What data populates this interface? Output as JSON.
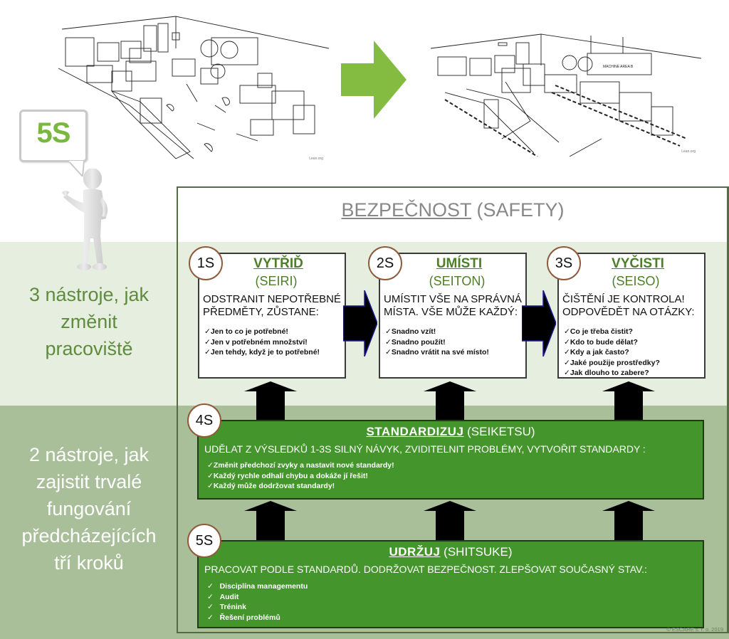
{
  "illustrations": {
    "before": {
      "alt": "cluttered-workplace",
      "credit": "Lean.org"
    },
    "after": {
      "alt": "organized-workplace",
      "credit": "Lean.org",
      "sign_text": "MACHINE AREA B"
    }
  },
  "bubble": {
    "text": "5S"
  },
  "side_labels": {
    "top": [
      "3 nástroje, jak",
      "změnit",
      "pracoviště"
    ],
    "bottom": [
      "2 nástroje, jak",
      "zajistit trvalé",
      "fungování",
      "předcházejících",
      "tří kroků"
    ]
  },
  "safety": {
    "title_underlined": "BEZPEČNOST",
    "title_rest": " (SAFETY)"
  },
  "steps": [
    {
      "number": "1S",
      "title": "VYTŘIĎ",
      "subtitle": "(SEIRI)",
      "description": [
        "ODSTRANIT NEPOTŘEBNÉ",
        "PŘEDMĚTY, ZŮSTANE:"
      ],
      "items": [
        "Jen to co je potřebné!",
        "Jen v potřebném množství!",
        "Jen tehdy, když je to potřebné!"
      ]
    },
    {
      "number": "2S",
      "title": "UMÍSTI",
      "subtitle": "(SEITON)",
      "description": [
        "UMÍSTIT VŠE NA SPRÁVNÁ",
        "MÍSTA. VŠE MŮŽE KAŽDÝ:"
      ],
      "items": [
        "Snadno vzít!",
        "Snadno použít!",
        "Snadno vrátit na své místo!"
      ]
    },
    {
      "number": "3S",
      "title": "VYČISTI",
      "subtitle": "(SEISO)",
      "description": [
        "ČIŠTĚNÍ JE KONTROLA!",
        "ODPOVĚDĚT NA OTÁZKY:"
      ],
      "items": [
        "Co je třeba čistit?",
        "Kdo to bude dělat?",
        "Kdy a jak často?",
        "Jaké použije prostředky?",
        "Jak dlouho to zabere?"
      ]
    },
    {
      "number": "4S",
      "title": "STANDARDIZUJ",
      "subtitle": " (SEIKETSU)",
      "description": "UDĚLAT Z VÝSLEDKŮ 1-3S SILNÝ NÁVYK, ZVIDITELNIT PROBLÉMY, VYTVOŘIT STANDARDY :",
      "items": [
        "Změnit předchozí zvyky a nastavit nové standardy!",
        "Každý rychle odhalí chybu a dokáže jí řešit!",
        "Každý může dodržovat standardy!"
      ]
    },
    {
      "number": "5S",
      "title": "UDRŽUJ",
      "subtitle": " (SHITSUKE)",
      "description": "PRACOVAT PODLE STANDARDŮ. DODRŽOVAT BEZPEČNOST. ZLEPŠOVAT SOUČASNÝ STAV.:",
      "items": [
        "Disciplína managementu",
        "Audit",
        "Trénink",
        "Řešení problémů"
      ]
    }
  ],
  "copyright": "© ESCARE s. r. o. 2019",
  "colors": {
    "accent_green": "#7ab73f",
    "dark_green_text": "#4c7f27",
    "box_green": "#44962c",
    "band_light": "#e6efdf",
    "band_dark": "#a9bf99",
    "circle_border": "#8e5a3a"
  }
}
